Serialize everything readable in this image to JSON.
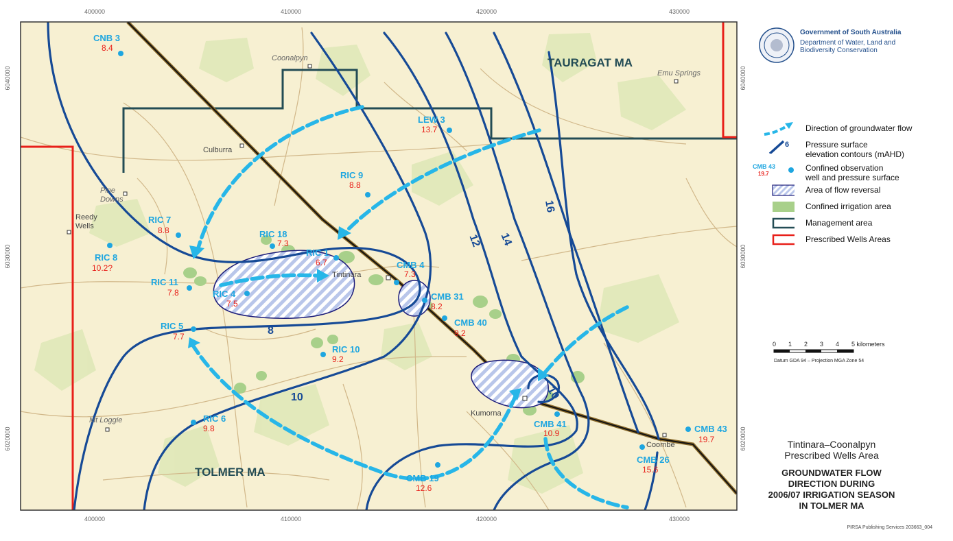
{
  "axis": {
    "eastings": [
      "400000",
      "410000",
      "420000",
      "430000"
    ],
    "northings": [
      "6040000",
      "6030000",
      "6020000"
    ]
  },
  "regions": {
    "north": "TAURAGAT MA",
    "south": "TOLMER MA"
  },
  "towns": {
    "coonalpyn": "Coonalpyn",
    "emu_springs": "Emu Springs",
    "culburra": "Culburra",
    "tintinara": "Tintinara",
    "kumorna": "Kumorna",
    "coombe": "Coombe",
    "mt_loggie": "Mt Loggie",
    "reedy_wells": [
      "Reedy",
      "Wells"
    ],
    "pine_downs": [
      "Pine",
      "Downs"
    ]
  },
  "wells": [
    {
      "id": "CNB 3",
      "value": "8.4"
    },
    {
      "id": "LEW 3",
      "value": "13.7"
    },
    {
      "id": "RIC 9",
      "value": "8.8"
    },
    {
      "id": "RIC 7",
      "value": "8.8"
    },
    {
      "id": "RIC 8",
      "value": "10.2?"
    },
    {
      "id": "RIC 18",
      "value": "7.3"
    },
    {
      "id": "RIC 1",
      "value": "6.7"
    },
    {
      "id": "CMB 4",
      "value": "7.3"
    },
    {
      "id": "RIC 11",
      "value": "7.8"
    },
    {
      "id": "RIC 4",
      "value": "7.5"
    },
    {
      "id": "CMB 31",
      "value": "8.2"
    },
    {
      "id": "CMB 40",
      "value": "9.2"
    },
    {
      "id": "RIC 5",
      "value": "7.7"
    },
    {
      "id": "RIC 10",
      "value": "9.2"
    },
    {
      "id": "RIC 6",
      "value": "9.8"
    },
    {
      "id": "CMB 41",
      "value": "10.9"
    },
    {
      "id": "CMB 19",
      "value": "12.6"
    },
    {
      "id": "CMB 26",
      "value": "15.6"
    },
    {
      "id": "CMB 43",
      "value": "19.7"
    }
  ],
  "contour_labels": [
    "8",
    "10",
    "12",
    "14",
    "16",
    "10"
  ],
  "legend": {
    "flow": "Direction of groundwater flow",
    "contour_sample": "6",
    "contour": [
      "Pressure surface",
      "elevation contours (mAHD)"
    ],
    "well_sample_id": "CMB 43",
    "well_sample_value": "19.7",
    "well": [
      "Confined observation",
      "well and pressure surface"
    ],
    "reversal": "Area of flow reversal",
    "irrigation": "Confined irrigation area",
    "management": "Management area",
    "prescribed": "Prescribed Wells Areas"
  },
  "agency": {
    "title": "Government of South Australia",
    "subtitle": [
      "Department of Water, Land and",
      "Biodiversity Conservation"
    ]
  },
  "scale": {
    "ticks": [
      "0",
      "1",
      "2",
      "3",
      "4",
      "5 kilometers"
    ],
    "datum": "Datum GDA 94 – Projection MGA Zone 54"
  },
  "titles": {
    "line1": "Tintinara–Coonalpyn",
    "line2": "Prescribed Wells Area",
    "main": [
      "GROUNDWATER FLOW",
      "DIRECTION DURING",
      "2006/07 IRRIGATION SEASON",
      "IN TOLMER MA"
    ]
  },
  "publisher": "PIRSA Publishing Services 203663_004",
  "colors": {
    "land": "#f7f0d2",
    "irrigation": "#a8d08a",
    "contour": "#164a96",
    "flow": "#27b6e8",
    "well": "#1ea6e0",
    "value": "#e8201a",
    "management": "#234c55",
    "prescribed": "#e8201a"
  }
}
